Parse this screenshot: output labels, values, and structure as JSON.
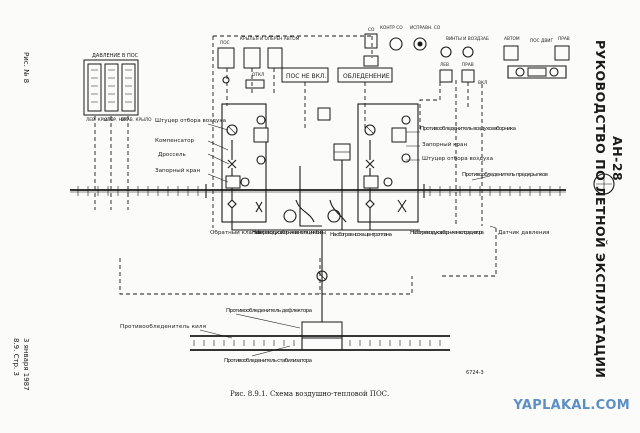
{
  "header": {
    "doc_title": "РУКОВОДСТВО ПО ЛЕТНОЙ ЭКСПЛУАТАЦИИ",
    "aircraft": "АН-28",
    "fig_ref": "Рис. № 8",
    "page_ref": "8.9. Стр. 3",
    "date": "3 января 1987"
  },
  "gauges": {
    "title": "ДАВЛЕНИЕ В ПОС",
    "left": "ЛЕВ. КРЫЛО",
    "center": "ОПЕР. НИС",
    "right": "ПРАВ. КРЫЛО"
  },
  "panel": {
    "pos_label": "ПОС",
    "wings_label": "КРЫЛЬЯ И ОПЕРЕН АВТОМ",
    "stop_label": "ОТКЛ",
    "pos_off": "ПОС НЕ ВКЛ.",
    "icing": "ОБЛЕДЕНЕНИЕ",
    "control": "КОНТР СО",
    "ispr": "ИСПРАВН. СО",
    "so_label": "СО",
    "screws": "ВИНТЫ И ВОЗДЗАБ",
    "lev": "ЛЕВ",
    "prav": "ПРАВ",
    "vkl": "ВКЛ",
    "avtom": "АВТОМ",
    "pos_dvig": "ПОС ДВИГ",
    "prav2": "ПРАВ"
  },
  "labels": {
    "shtutser_left": "Штуцер отбора воздуха",
    "kompensator": "Компенсатор",
    "drossel": "Дроссель",
    "zapornyi_left": "Запорный кран",
    "obratnyi": "Обратный клапан",
    "na_obogrev_kabiny": "На обогрев воздухозаборника вентиляции кабины",
    "na_obogrev_noska": "На обогрев носка центроплана",
    "na_obogrev_maslo": "На обогрев воздухозаборника маслорадиатора",
    "protivo_vozduh": "Противообледенитель воздухозаборника",
    "zapornyi_right": "Запорный кран",
    "shtutser_right": "Штуцер отбора воздуха",
    "protivo_predkrylkov": "Противообледенитель предкрылков",
    "datchik": "Датчик давления",
    "protivo_kilya": "Противообледенитель киля",
    "protivo_deflektora": "Противообледенитель дефлектора",
    "protivo_stabilizatora": "Противообледенитель стабилизатора"
  },
  "caption": "Рис. 8.9.1. Схема воздушно-тепловой ПОС.",
  "drawing_no": "6724-3",
  "watermark": "YAPLAKAL.COM"
}
